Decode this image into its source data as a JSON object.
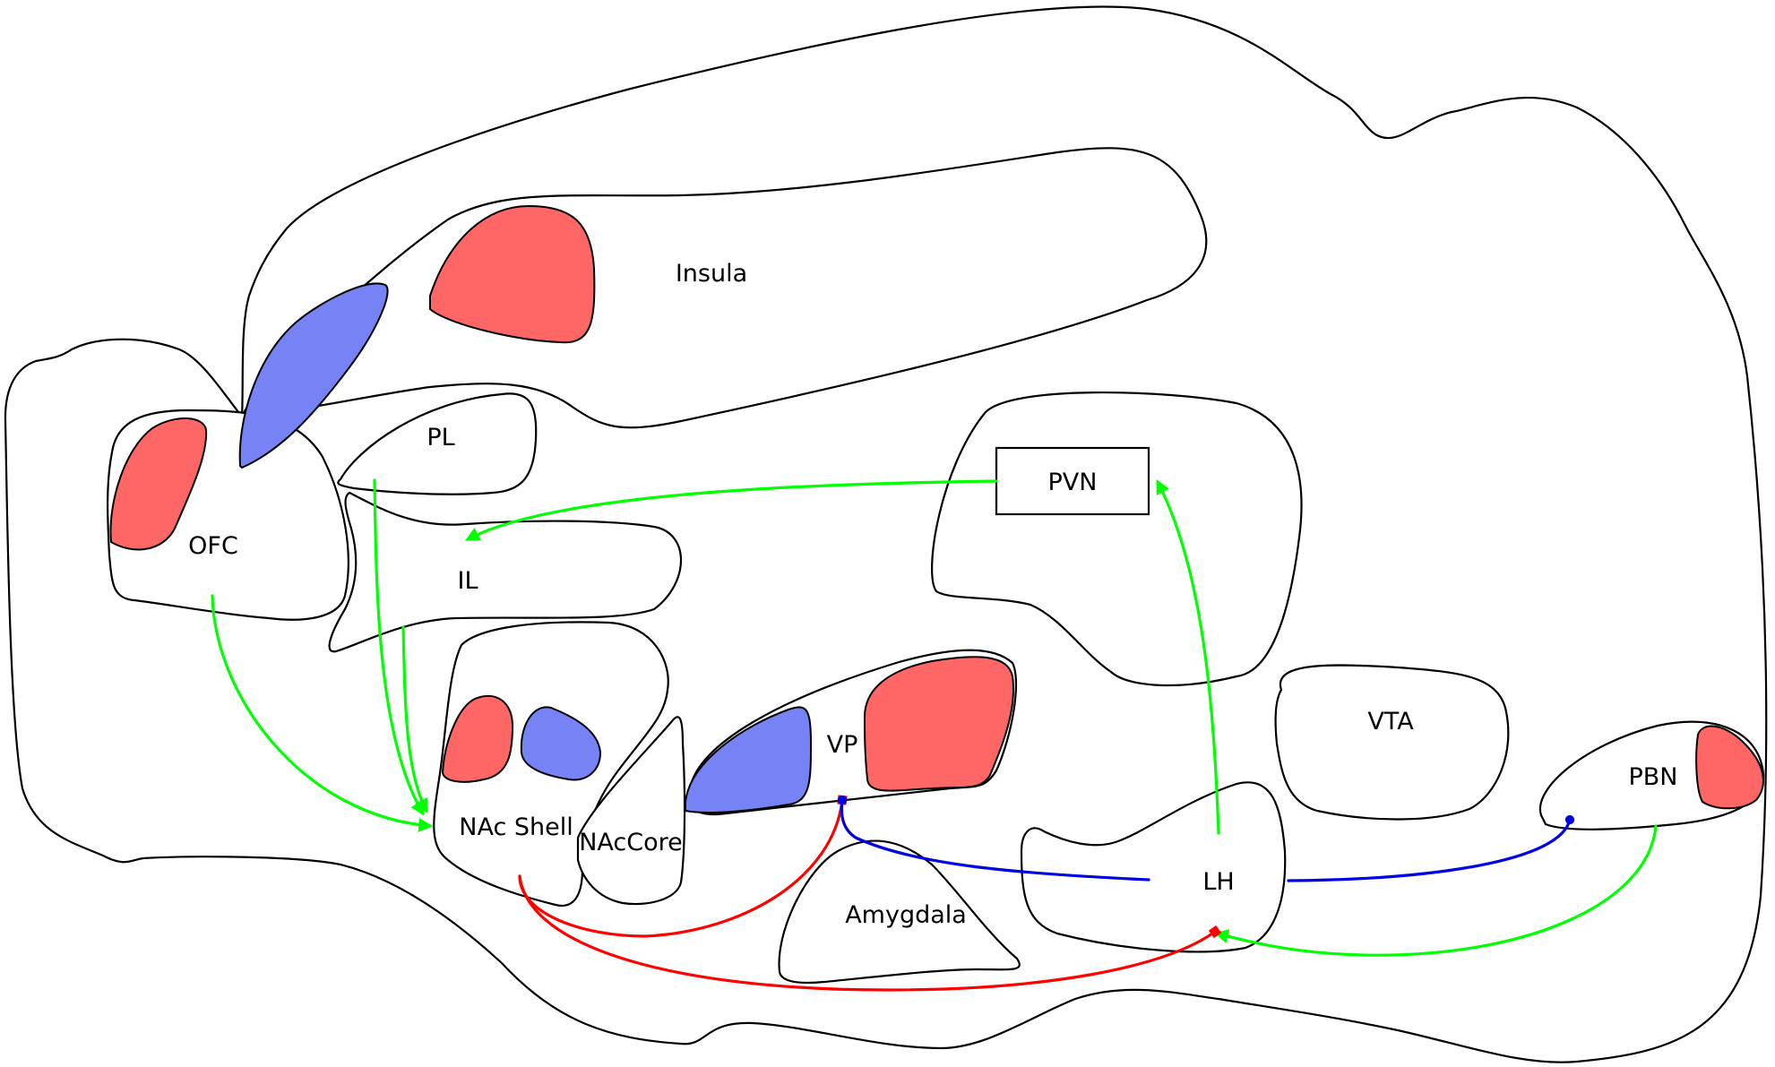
{
  "colors": {
    "excitatory": "#00ff00",
    "inhibitory": "#ff0000",
    "modulatory": "#0000e6",
    "hotspot": "#ff6666",
    "coldspot": "#7782f5"
  },
  "regions": {
    "insula": "Insula",
    "pl": "PL",
    "ofc": "OFC",
    "il": "IL",
    "pvn": "PVN",
    "vta": "VTA",
    "pbn": "PBN",
    "vp": "VP",
    "nac_shell": "NAc Shell",
    "nac_core": "NAcCore",
    "lh": "LH",
    "amygdala": "Amygdala"
  }
}
